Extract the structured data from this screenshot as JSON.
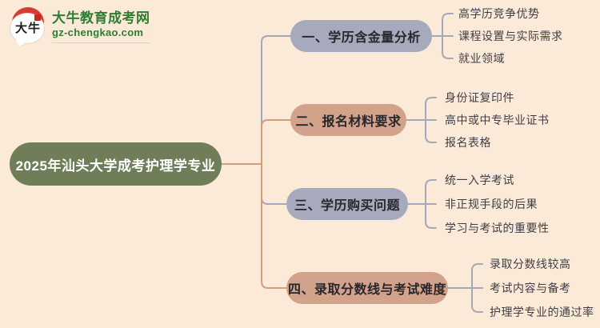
{
  "logo": {
    "bubble_text": "大牛",
    "site_name": "大牛教育成考网",
    "site_url": "gz-chengkao.com"
  },
  "root": {
    "label": "2025年汕头大学成考护理学专业"
  },
  "branches": [
    {
      "label": "一、学历含金量分析",
      "children": [
        "高学历竞争优势",
        "课程设置与实际需求",
        "就业领域"
      ]
    },
    {
      "label": "二、报名材料要求",
      "children": [
        "身份证复印件",
        "高中或中专毕业证书",
        "报名表格"
      ]
    },
    {
      "label": "三、学历购买问题",
      "children": [
        "统一入学考试",
        "非正规手段的后果",
        "学习与考试的重要性"
      ]
    },
    {
      "label": "四、录取分数线与考试难度",
      "children": [
        "录取分数线较高",
        "考试内容与备考",
        "护理学专业的通过率"
      ]
    }
  ],
  "colors": {
    "background": "#fcead9",
    "root_node": "#6f7e59",
    "branch_gray": "#a7aabc",
    "branch_salmon": "#d2a28a",
    "line_salmon": "#d59c7e",
    "line_gray": "#a5a8b6",
    "logo_green": "#2e7d32",
    "logo_red": "#d63c2f",
    "leaf_text": "#3e3e43"
  }
}
